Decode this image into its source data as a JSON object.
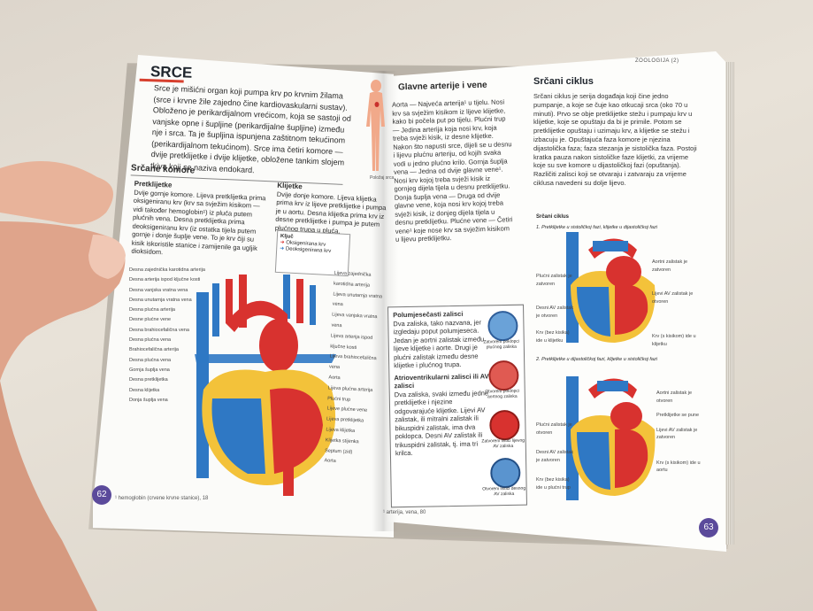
{
  "left_page": {
    "title": "SRCE",
    "intro": "Srce je mišićni organ koji pumpa krv po krvnim žilama (srce i krvne žile zajedno čine kardiovaskularni sustav). Obloženo je perikardijalnom vrećicom, koja se sastoji od vanjske opne i šupljine (perikardijalne šupljine) između nje i srca. Ta je šupljina ispunjena zaštitnom tekućinom (perikardijalnom tekućinom). Srce ima četiri komore — dvije pretklijetke i dvije klijetke, obložene tankim slojem tkiva koji se naziva endokard.",
    "section_heading": "Srčane komore",
    "col_a_heading": "Pretklijetke",
    "col_a_text": "Dvije gornje komore. Lijeva pretklijetka prima oksigeniranu krv (krv sa svježim kisikom — vidi također hemoglobin¹) iz pluća putem plućnih vena. Desna pretklijetka prima deoksigeniranu krv (iz ostatka tijela putem gornje i donje šuplje vene. To je krv čiji su kisik iskoristile stanice i zamijenile ga ugljik dioksidom.",
    "col_b_heading": "Klijetke",
    "col_b_text": "Dvije donje komore. Lijeva klijetka prima krv iz lijeve pretklijetke i pumpa je u aortu. Desna klijetka prima krv iz desne pretklijetke i pumpa je putem plućnog trupa u pluća.",
    "key": {
      "title": "Ključ",
      "oxy": "Oksigenirana krv",
      "deoxy": "Deoksigenirana krv"
    },
    "figure_caption": "Položaj srca",
    "diagram_labels_left": [
      "Desna zajednička karotidna arterija",
      "Desna arterija ispod ključne kosti",
      "Desna vanjska vratna vena",
      "Desna unutarnja vratna vena",
      "Desna plućna arterija",
      "Desne plućne vene",
      "Desna brahiocefalična vena",
      "Desna plućna vena",
      "Brahiocefalična arterija",
      "Desna plućna vena",
      "Gornja šuplja vena",
      "Desna pretklijetka",
      "Desna klijetka",
      "Donja šuplja vena"
    ],
    "diagram_labels_right": [
      "Lijeva zajednička karotidna arterija",
      "Lijeva unutarnja vratna vena",
      "Lijeva vanjska vratna vena",
      "Lijeva arterija ispod ključne kosti",
      "Lijeva brahiocefalična vena",
      "Aorta",
      "Lijeva plućna arterija",
      "Plućni trup",
      "Lijeve plućne vene",
      "Lijeva pretklijetka",
      "Lijeva klijetka",
      "Klijetka stijenka",
      "Septum (zid)",
      "Aorta"
    ],
    "page_number": "62",
    "footnote": "¹ hemoglobin (crvene krvne stanice), 18"
  },
  "right_page": {
    "header_tag": "ZOOLOGIJA (2)",
    "col1_heading": "Glavne arterije i vene",
    "col1_text": "Aorta — Najveća arterija¹ u tijelu. Nosi krv sa svježim kisikom iz lijeve klijetke, kako bi počela put po tijelu. Plućni trup — Jedina arterija koja nosi krv, koja treba svježi kisik, iz desne klijetke. Nakon što napusti srce, dijeli se u desnu i lijevu plućnu arteriju, od kojih svaka vodi u jedno plućno krilo. Gornja šuplja vena — Jedna od dvije glavne vene¹. Nosi krv kojoj treba svježi kisik iz gornjeg dijela tijela u desnu pretklijetku. Donja šuplja vena — Druga od dvije glavne vene, koja nosi krv kojoj treba svježi kisik, iz donjeg dijela tijela u desnu pretklijetku. Plućne vene — Četiri vene¹ koje nose krv sa svježim kisikom u lijevu pretklijetku.",
    "box_heading_1": "Polumjesečasti zalisci",
    "box_text_1": "Dva zaliska, tako nazvana, jer izgledaju poput polumjeseca. Jedan je aortni zalistak između lijeve klijetke i aorte. Drugi je plućni zalistak između desne klijetke i plućnog trupa.",
    "box_heading_2": "Atrioventrikularni zalisci ili AV zalisci",
    "box_text_2": "Dva zaliska, svaki između jedne pretklijetke i njezine odgovarajuće klijetke. Lijevi AV zalistak, ili mitralni zalistak ili bikuspidni zalistak, ima dva poklopca. Desni AV zalistak ili trikuspidni zalistak, tj. ima tri krilca.",
    "valve_caps": [
      "Zatvoreni poklopci plućnog zaliska",
      "Otvoreni poklopci aortnog zaliska",
      "Zatvoreni listići lijevog AV zaliska",
      "Otvoreni listići desnog AV zaliska"
    ],
    "col2_heading": "Srčani ciklus",
    "col2_text": "Srčani ciklus je serija događaja koji čine jedno pumpanje, a koje se čuje kao otkucaji srca (oko 70 u minuti). Prvo se obje pretklijetke stežu i pumpaju krv u klijetke, koje se opuštaju da bi je primile. Potom se pretklijetke opuštaju i uzimaju krv, a klijetke se stežu i izbacuju je. Opuštajuća faza komore je njezina dijastolička faza; faza stezanja je sistolička faza. Postoji kratka pauza nakon sistoličke faze klijetki, za vrijeme koje su sve komore u dijastoličkoj fazi (opuštanja). Različiti zalisci koji se otvaraju i zatvaraju za vrijeme ciklusa navedeni su dolje lijevo.",
    "diagram_title": "Srčani ciklus",
    "caption_1": "1. Pretklijetke u sistoličkoj fazi, klijetke u dijastoličkoj fazi",
    "caption_2": "2. Pretklijetke u dijastoličkoj fazi, klijetke u sistoličkoj fazi",
    "labels_1": [
      "Aortni zalistak je zatvoren",
      "Plućni zalistak je zatvoren",
      "Lijevi AV zalistak je otvoren",
      "Desni AV zalistak je otvoren",
      "Krv (s kisikom) ide u klijetku",
      "Krv (bez kisika) ide u klijetku"
    ],
    "labels_2": [
      "Aortni zalistak je otvoren",
      "Pretklijetke se pune",
      "Plućni zalistak je otvoren",
      "Lijevi AV zalistak je zatvoren",
      "Desni AV zalistak je zatvoren",
      "Krv (bez kisika) ide u plućni trup",
      "Krv (s kisikom) ide u aortu"
    ],
    "page_number": "63",
    "footnote": "¹ arterija, vena, 80"
  },
  "colors": {
    "oxygenated": "#d8322f",
    "deoxygenated": "#2f78c4",
    "accent": "#5b4a9b",
    "tissue": "#f3c23a"
  }
}
